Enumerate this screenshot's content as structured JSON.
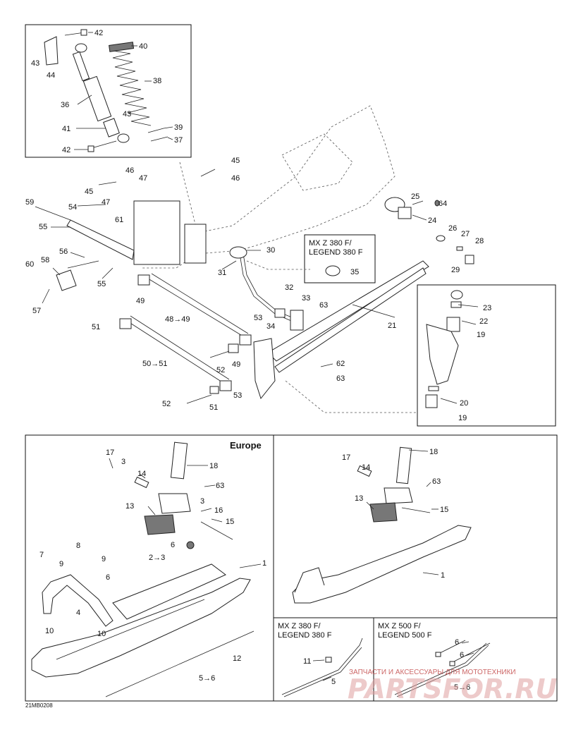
{
  "panels": {
    "shock_inset": {
      "labels": [
        "42",
        "40",
        "43",
        "44",
        "38",
        "36",
        "43",
        "41",
        "39",
        "42",
        "37"
      ]
    },
    "main": {
      "labels": [
        "45",
        "46",
        "46",
        "47",
        "45",
        "47",
        "59",
        "54",
        "61",
        "55",
        "30",
        "31",
        "25",
        "64",
        "24",
        "26",
        "27",
        "28",
        "29",
        "56",
        "58",
        "60",
        "55",
        "57",
        "32",
        "33",
        "63",
        "34",
        "49",
        "48→49",
        "51",
        "53",
        "21",
        "23",
        "22",
        "19",
        "20",
        "19",
        "52",
        "49",
        "62",
        "63",
        "50→51",
        "52",
        "51",
        "53",
        "35"
      ],
      "callout_mx": "MX Z 380 F/",
      "callout_legend": "LEGEND 380 F"
    },
    "europe": {
      "title": "Europe",
      "labels": [
        "17",
        "3",
        "14",
        "18",
        "63",
        "13",
        "3",
        "16",
        "15",
        "6",
        "2→3",
        "9",
        "7",
        "8",
        "9",
        "6",
        "4",
        "10",
        "10",
        "1",
        "12",
        "5→6"
      ]
    },
    "ski_right": {
      "labels": [
        "17",
        "14",
        "18",
        "63",
        "13",
        "15",
        "1"
      ]
    },
    "runner_380": {
      "title1": "MX Z 380 F/",
      "title2": "LEGEND 380 F",
      "labels": [
        "11",
        "5"
      ]
    },
    "runner_500": {
      "title1": "MX Z 500 F/",
      "title2": "LEGEND 500 F",
      "labels": [
        "6",
        "6",
        "5→6"
      ]
    }
  },
  "figure_ref": "21MB0208",
  "watermark": {
    "line1": "ЗАПЧАСТИ И АКСЕССУАРЫ ДЛЯ МОТОТЕХНИКИ",
    "line2": "PARTSFOR.RU"
  }
}
